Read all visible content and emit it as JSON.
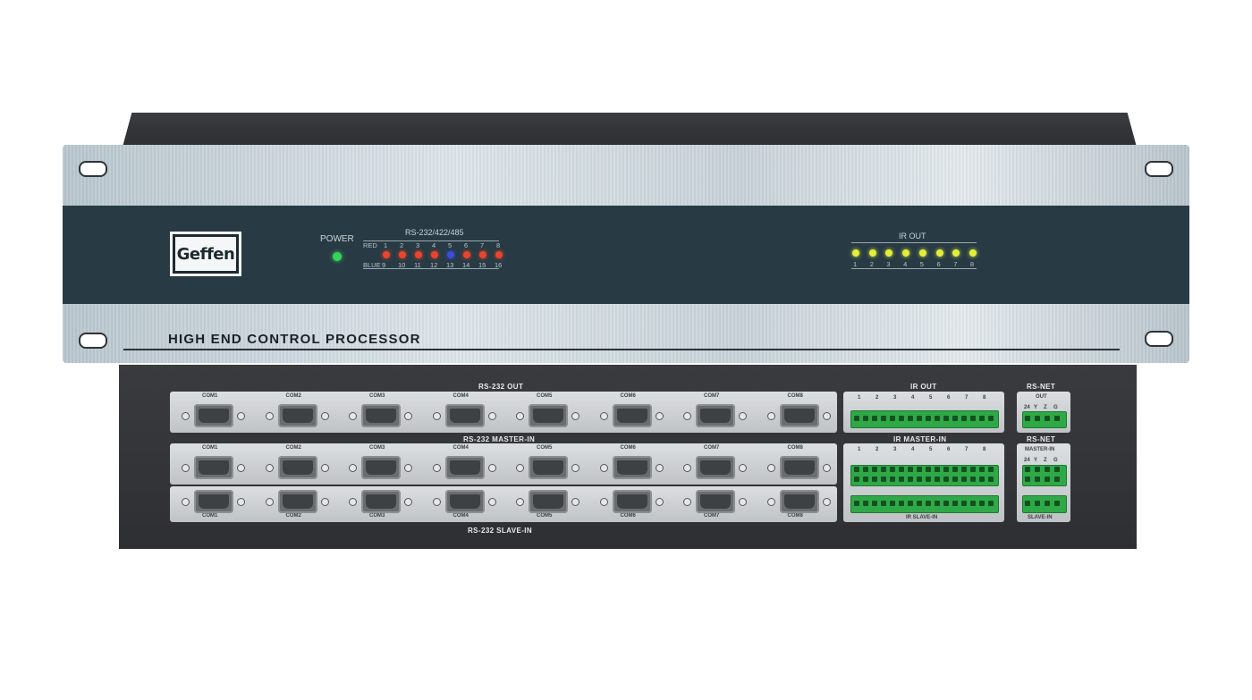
{
  "front": {
    "brand": "Geffen",
    "model_label": "HIGH END CONTROL PROCESSOR",
    "power_label": "POWER",
    "rs_title": "RS-232/422/485",
    "red_label": "RED",
    "blue_label": "BLUE",
    "red_numbers": [
      "1",
      "2",
      "3",
      "4",
      "5",
      "6",
      "7",
      "8"
    ],
    "blue_numbers": [
      "9",
      "10",
      "11",
      "12",
      "13",
      "14",
      "15",
      "16"
    ],
    "rs_led_colors": [
      "#e8452f",
      "#e8452f",
      "#e8452f",
      "#e8452f",
      "#3a4ddb",
      "#e8452f",
      "#e8452f",
      "#e8452f"
    ],
    "ir_title": "IR OUT",
    "ir_numbers": [
      "1",
      "2",
      "3",
      "4",
      "5",
      "6",
      "7",
      "8"
    ],
    "ir_led_color": "#e4ee3a"
  },
  "rear": {
    "rs232_out_title": "RS-232 OUT",
    "rs232_master_title": "RS-232 MASTER-IN",
    "rs232_slave_title": "RS-232 SLAVE-IN",
    "com_labels": [
      "COM1",
      "COM2",
      "COM3",
      "COM4",
      "COM5",
      "COM6",
      "COM7",
      "COM8"
    ],
    "ir_out_title": "IR OUT",
    "ir_master_title": "IR MASTER-IN",
    "ir_slave_title": "IR SLAVE-IN",
    "ir_numbers": [
      "1",
      "2",
      "3",
      "4",
      "5",
      "6",
      "7",
      "8"
    ],
    "rsnet_out_title": "RS-NET",
    "rsnet_out_sub": "OUT",
    "rsnet_master_title": "RS-NET",
    "rsnet_master_sub": "MASTER-IN",
    "rsnet_slave_sub": "SLAVE-IN",
    "rsnet_pins": [
      "24",
      "Y",
      "Z",
      "G"
    ]
  }
}
